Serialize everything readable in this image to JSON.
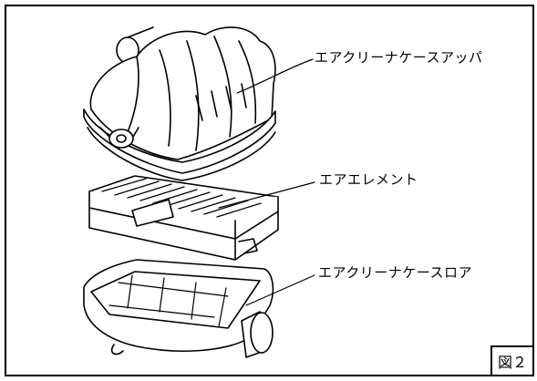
{
  "labels": {
    "upper_case": "エアクリーナケースアッパ",
    "element": "エアエレメント",
    "lower_case": "エアクリーナケースロア"
  },
  "figure_number": "図２",
  "colors": {
    "line": "#000000",
    "background": "#ffffff"
  }
}
